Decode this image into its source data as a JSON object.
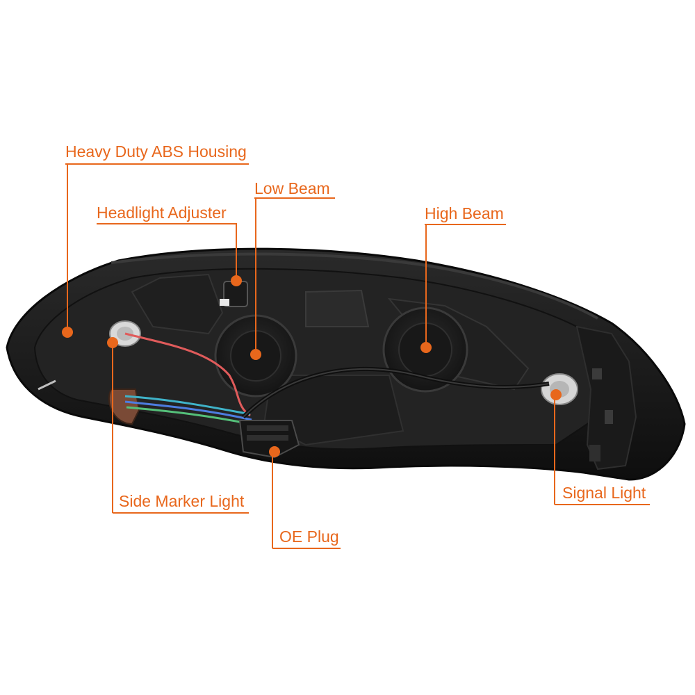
{
  "callouts": {
    "housing": "Heavy Duty ABS Housing",
    "low_beam": "Low Beam",
    "adjuster": "Headlight Adjuster",
    "high_beam": "High Beam",
    "side_marker": "Side Marker Light",
    "signal": "Signal Light",
    "oe_plug": "OE Plug"
  },
  "colors": {
    "accent": "#e8671c",
    "housing": "#1b1b1b",
    "background": "#ffffff"
  }
}
